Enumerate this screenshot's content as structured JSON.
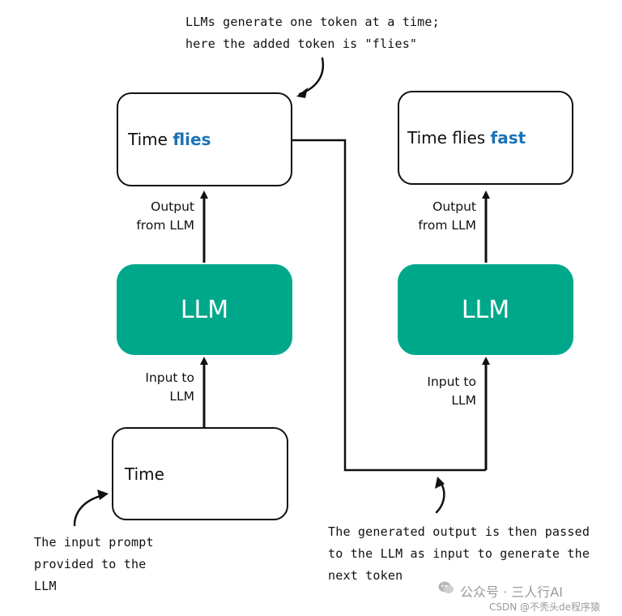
{
  "left": {
    "top_box": {
      "prefix": "Time ",
      "highlight": "flies"
    },
    "output_label": [
      "Output",
      "from LLM"
    ],
    "llm_label": "LLM",
    "input_label": [
      "Input to",
      "LLM"
    ],
    "bottom_box": {
      "text": "Time"
    }
  },
  "right": {
    "top_box": {
      "prefix": "Time flies ",
      "highlight": "fast"
    },
    "output_label": [
      "Output",
      "from LLM"
    ],
    "llm_label": "LLM",
    "input_label": [
      "Input to",
      "LLM"
    ]
  },
  "annotations": {
    "top": [
      "LLMs generate one token at a time;",
      "here the added token is \"flies\""
    ],
    "bottom_left": [
      "The input prompt",
      "provided to the",
      "LLM"
    ],
    "bottom_right": [
      "The generated output is then passed",
      "to the LLM as input to generate the",
      "next token"
    ]
  },
  "watermark": {
    "line1": "公众号 · 三人行AI",
    "line2": "CSDN @不秃头de程序猿"
  },
  "colors": {
    "llm_fill": "#00a88b",
    "highlight_text": "#1a73b8",
    "stroke": "#111111"
  }
}
